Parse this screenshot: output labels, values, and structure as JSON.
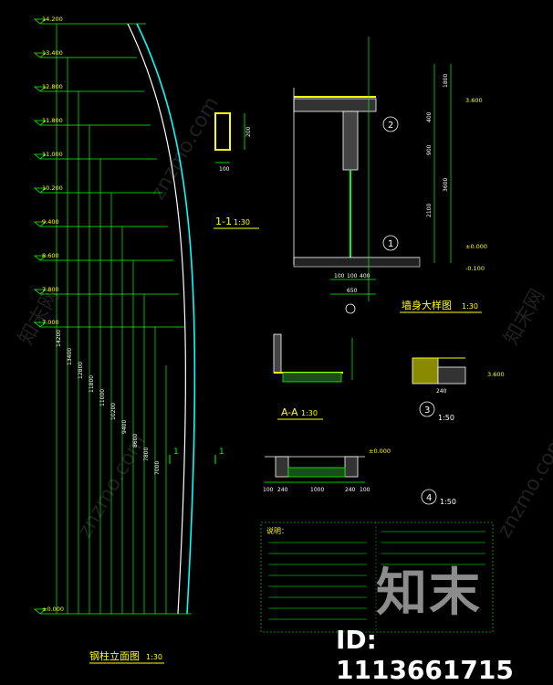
{
  "drawing": {
    "elevation": {
      "title": "钢柱立面图",
      "scale": "1:30",
      "levels": [
        "14.200",
        "13.400",
        "12.800",
        "11.800",
        "11.000",
        "10.200",
        "9.400",
        "8.600",
        "7.800",
        "7.000",
        "±0.000"
      ],
      "vertical_dims": [
        "14200",
        "13400",
        "12800",
        "11800",
        "11000",
        "10200",
        "9400",
        "8600",
        "7800",
        "7000"
      ],
      "section_mark": "1"
    },
    "section_1_1": {
      "title": "1-1",
      "scale": "1:30",
      "dims": [
        "100",
        "200"
      ]
    },
    "wall_detail": {
      "title": "墙身大样图",
      "scale": "1:30",
      "markers": [
        "1",
        "2"
      ],
      "levels": [
        "3.600",
        "±0.000",
        "-0.100"
      ],
      "dims_vertical": [
        "1800",
        "400",
        "900",
        "3600",
        "2100"
      ],
      "dims_horizontal": [
        "100",
        "100",
        "400",
        "650"
      ]
    },
    "section_a_a": {
      "title": "A-A",
      "scale": "1:30"
    },
    "detail_3": {
      "marker": "3",
      "scale": "1:50",
      "level": "3.600",
      "dim": "240"
    },
    "detail_4": {
      "marker": "4",
      "scale": "1:50",
      "level": "±0.000",
      "dims": [
        "100",
        "240",
        "1000",
        "240",
        "100"
      ]
    },
    "notes": {
      "title": "说明："
    }
  },
  "watermark": {
    "logo": "知末",
    "id_text": "ID: 1113661715",
    "site": "znzmo.com",
    "brand": "知末网"
  },
  "colors": {
    "background": "#000000",
    "line_green": "#00ff00",
    "line_cyan": "#00ffff",
    "line_yellow": "#ffff00",
    "line_white": "#ffffff",
    "line_red": "#ff3333",
    "hatch_yellow": "#e6e600"
  }
}
